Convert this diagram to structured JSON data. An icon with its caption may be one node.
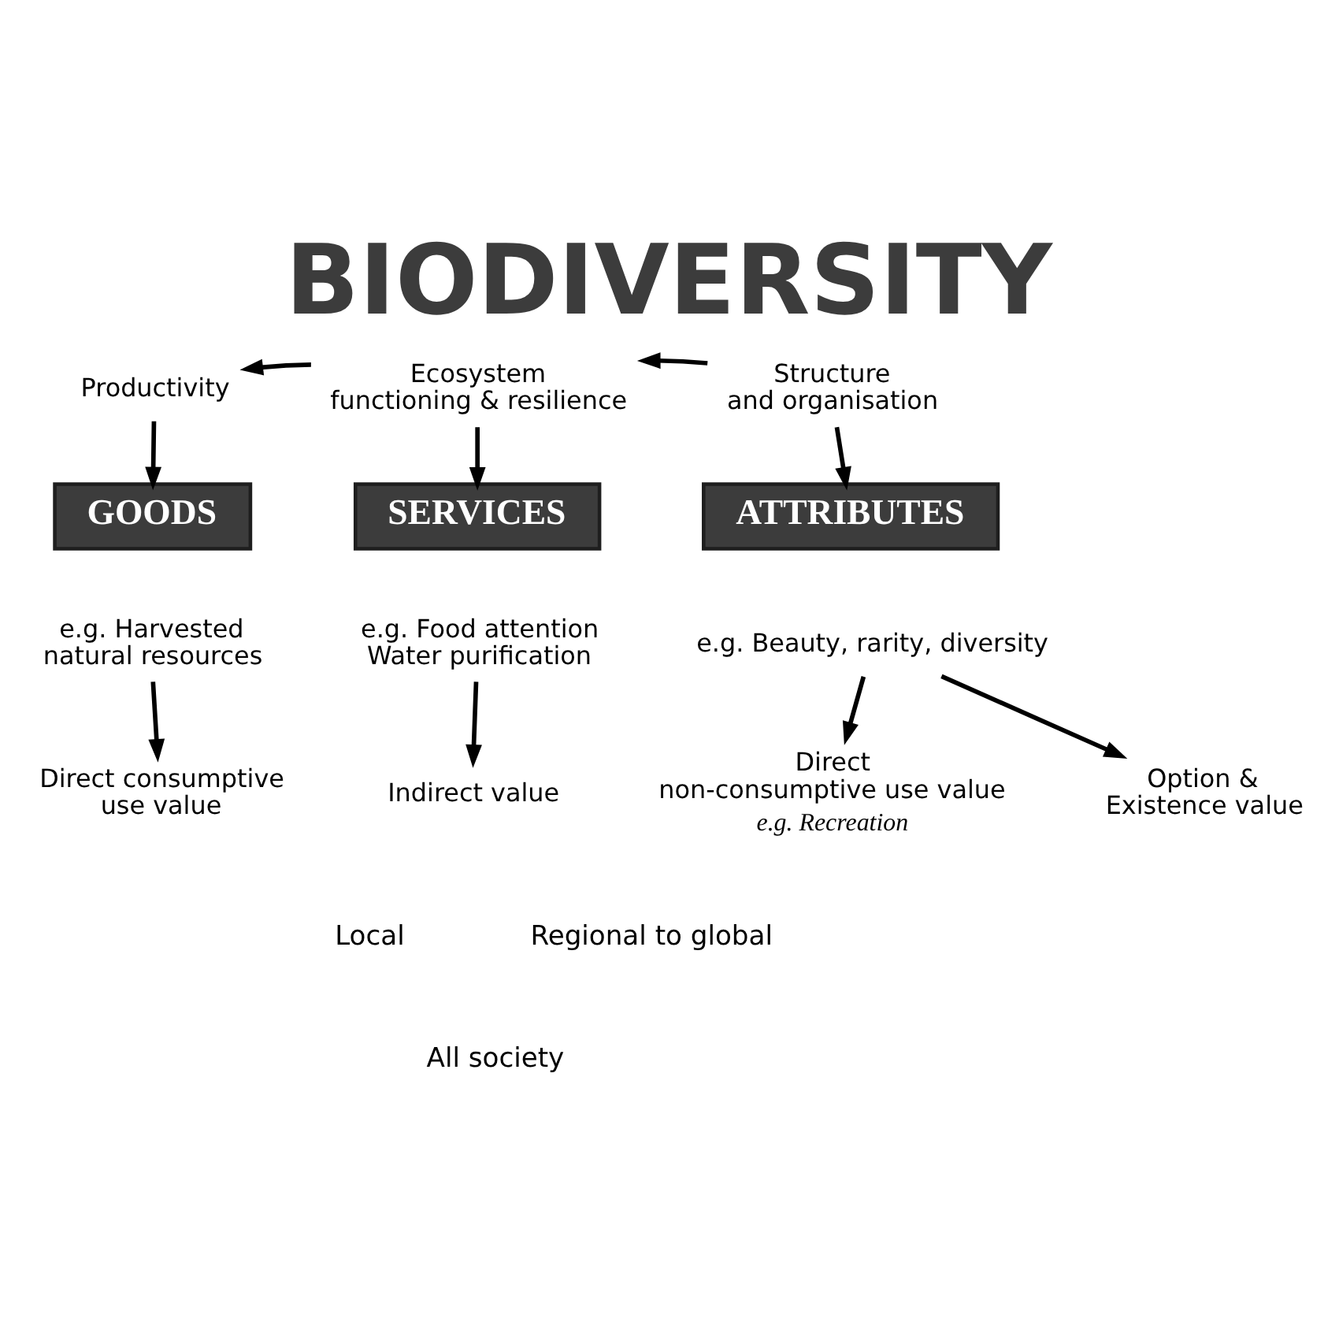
{
  "diagram": {
    "title": "BIODIVERSITY",
    "nodes": [
      {
        "text": [
          "Productivity"
        ]
      },
      {
        "text": [
          "Ecosystem functioning & resilience"
        ]
      },
      {
        "text": [
          "Structure and organisation"
        ]
      },
      {
        "text": [
          "GOODS"
        ]
      },
      {
        "text": [
          "SERVICES"
        ]
      },
      {
        "text": [
          "ATTRIBUTES"
        ]
      },
      {
        "text": [
          "e.g. Harvested natural resources"
        ]
      },
      {
        "text": [
          "e.g. Food attention Water purification"
        ]
      },
      {
        "text": [
          "e.g. Beauty, rarity, diversity"
        ]
      },
      {
        "text": [
          "Direct consumptive use value"
        ]
      },
      {
        "text": [
          "Indirect value"
        ]
      },
      {
        "text": [
          "Direct non-consumptive use value"
        ],
        "beside": [
          "e.g. Recreation"
        ]
      },
      {
        "text": [
          "Option & Existence value"
        ]
      }
    ],
    "edges": [
      {
        "from": 1,
        "to": 0,
        "arrow": "to"
      },
      {
        "from": 2,
        "to": 1,
        "arrow": "to"
      },
      {
        "from": 0,
        "to": 3,
        "arrow": "to"
      },
      {
        "from": 1,
        "to": 4,
        "arrow": "to"
      },
      {
        "from": 2,
        "to": 5,
        "arrow": "to"
      },
      {
        "from": 6,
        "to": 9,
        "arrow": "to"
      },
      {
        "from": 7,
        "to": 10,
        "arrow": "to"
      },
      {
        "from": 8,
        "to": 11,
        "arrow": "to"
      },
      {
        "from": 8,
        "to": 12,
        "arrow": "to"
      }
    ],
    "labels": [
      "Local",
      "Regional to global",
      "All society"
    ]
  }
}
